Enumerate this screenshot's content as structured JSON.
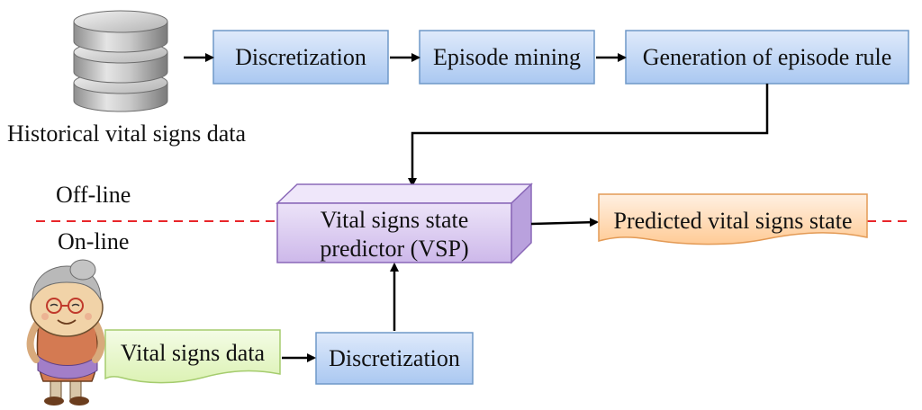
{
  "diagram": {
    "database_label": "Historical vital signs data",
    "nodes": {
      "discretization_top": "Discretization",
      "episode_mining": "Episode mining",
      "episode_rule": "Generation of episode rule",
      "vsp_line1": "Vital signs state",
      "vsp_line2": "predictor (VSP)",
      "predicted_state": "Predicted vital signs state",
      "vital_signs_data": "Vital signs data",
      "discretization_bottom": "Discretization"
    },
    "offline_label": "Off-line",
    "online_label": "On-line",
    "colors": {
      "blue_box": "#c6dcf7",
      "blue_border": "#6f98c8",
      "purple_box": "#dccdf0",
      "purple_border": "#8a68b8",
      "orange_box": "#ffd6b0",
      "orange_border": "#e39a55",
      "green_box": "#eaf8cf",
      "green_border": "#a5cc6e",
      "dashed_line": "#e8262a"
    },
    "icons": [
      "database-icon",
      "elderly-person-icon"
    ]
  }
}
